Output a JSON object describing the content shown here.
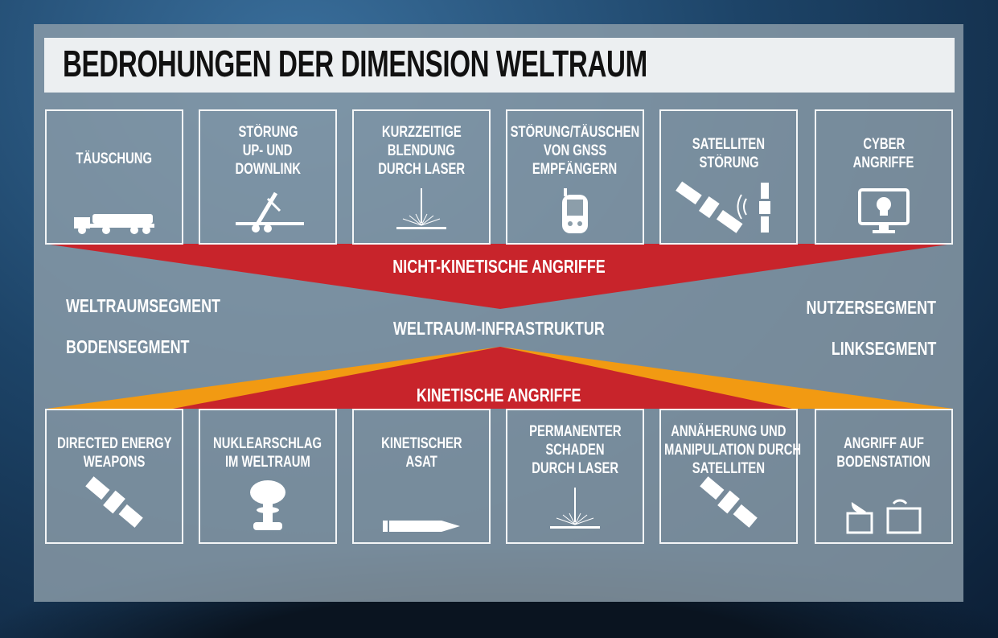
{
  "title": "BEDROHUNGEN DER DIMENSION WELTRAUM",
  "colors": {
    "red": "#c8242b",
    "orange": "#f29a12",
    "panel": "#8c9eaa"
  },
  "top_row": [
    {
      "lines": [
        "TÄUSCHUNG"
      ],
      "icon": "truck-launcher-icon"
    },
    {
      "lines": [
        "STÖRUNG",
        "UP- UND",
        "DOWNLINK"
      ],
      "icon": "jammer-trailer-icon"
    },
    {
      "lines": [
        "KURZZEITIGE",
        "BLENDUNG",
        "DURCH LASER"
      ],
      "icon": "laser-icon"
    },
    {
      "lines": [
        "STÖRUNG/TÄUSCHEN",
        "VON GNSS",
        "EMPFÄNGERN"
      ],
      "icon": "gps-device-icon"
    },
    {
      "lines": [
        "SATELLITEN",
        "STÖRUNG"
      ],
      "icon": "satellite-jamming-icon"
    },
    {
      "lines": [
        "CYBER",
        "ANGRIFFE"
      ],
      "icon": "skull-monitor-icon"
    }
  ],
  "non_kinetic": "NICHT-KINETISCHE ANGRIFFE",
  "kinetic": "KINETISCHE ANGRIFFE",
  "center": "WELTRAUM-INFRASTRUKTUR",
  "left_segments": [
    "WELTRAUMSEGMENT",
    "BODENSEGMENT"
  ],
  "right_segments": [
    "NUTZERSEGMENT",
    "LINKSEGMENT"
  ],
  "bottom_row": [
    {
      "lines": [
        "DIRECTED ENERGY",
        "WEAPONS"
      ],
      "icon": "satellite-icon"
    },
    {
      "lines": [
        "NUKLEARSCHLAG",
        "IM WELTRAUM"
      ],
      "icon": "mushroom-cloud-icon"
    },
    {
      "lines": [
        "KINETISCHER",
        "ASAT"
      ],
      "icon": "missile-icon"
    },
    {
      "lines": [
        "PERMANENTER",
        "SCHADEN",
        "DURCH LASER"
      ],
      "icon": "laser-icon"
    },
    {
      "lines": [
        "ANNÄHERUNG UND",
        "MANIPULATION DURCH",
        "SATELLITEN"
      ],
      "icon": "satellite-icon"
    },
    {
      "lines": [
        "ANGRIFF AUF",
        "BODENSTATION"
      ],
      "icon": "ground-station-icon"
    }
  ]
}
